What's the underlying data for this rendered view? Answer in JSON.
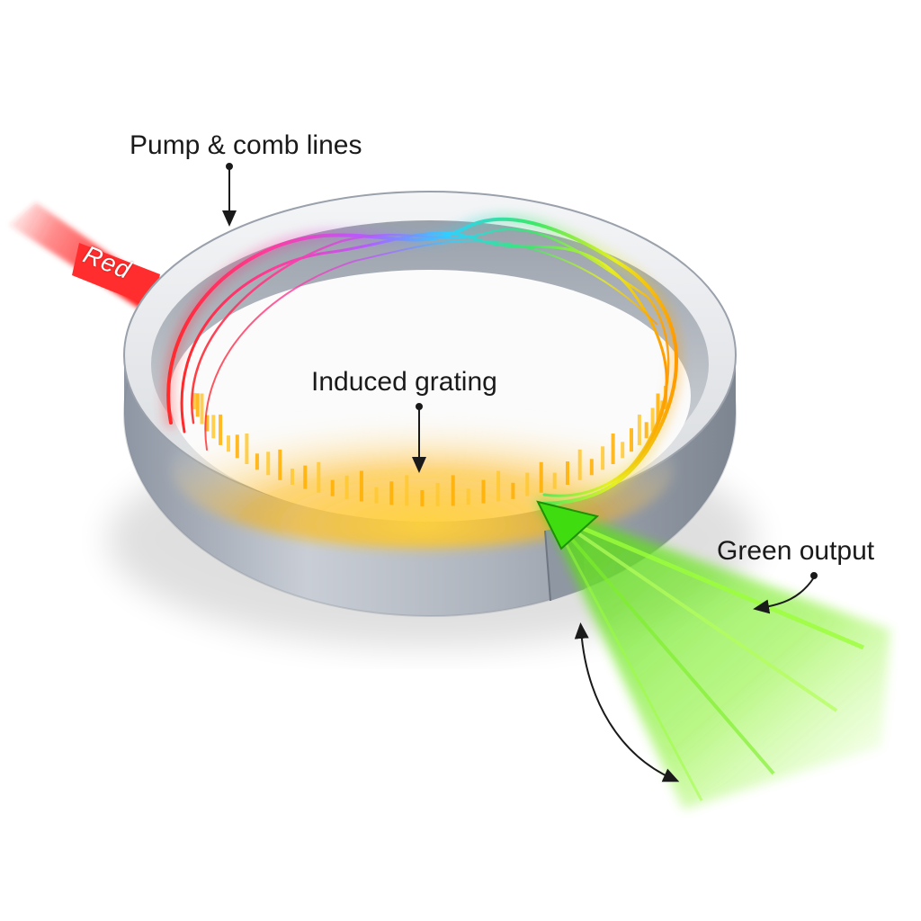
{
  "diagram": {
    "labels": {
      "pump_comb": "Pump & comb lines",
      "induced_grating": "Induced grating",
      "green_output": "Green output",
      "red_input": "Red"
    },
    "colors": {
      "ring_body": "#b9bfc8",
      "ring_top": "#e8eaed",
      "red_beam": "#ff2a2a",
      "green_beam": "#5fe01a",
      "grating_glow": "#ffb300"
    }
  }
}
